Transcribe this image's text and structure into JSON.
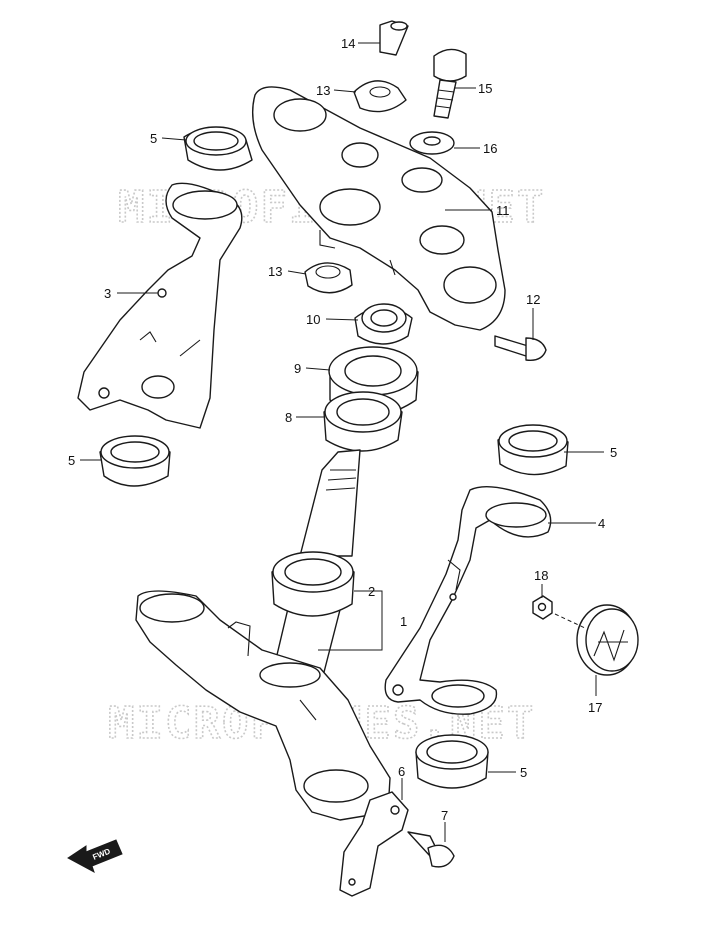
{
  "watermark": "MICROFICHES.NET",
  "fwd_label": "FWD",
  "callouts": {
    "p1": "1",
    "p2": "2",
    "p3": "3",
    "p4": "4",
    "p5a": "5",
    "p5b": "5",
    "p5c": "5",
    "p5d": "5",
    "p6": "6",
    "p7": "7",
    "p8": "8",
    "p9": "9",
    "p10": "10",
    "p11": "11",
    "p12": "12",
    "p13a": "13",
    "p13b": "13",
    "p14": "14",
    "p15": "15",
    "p16": "16",
    "p17": "17",
    "p18": "18"
  }
}
